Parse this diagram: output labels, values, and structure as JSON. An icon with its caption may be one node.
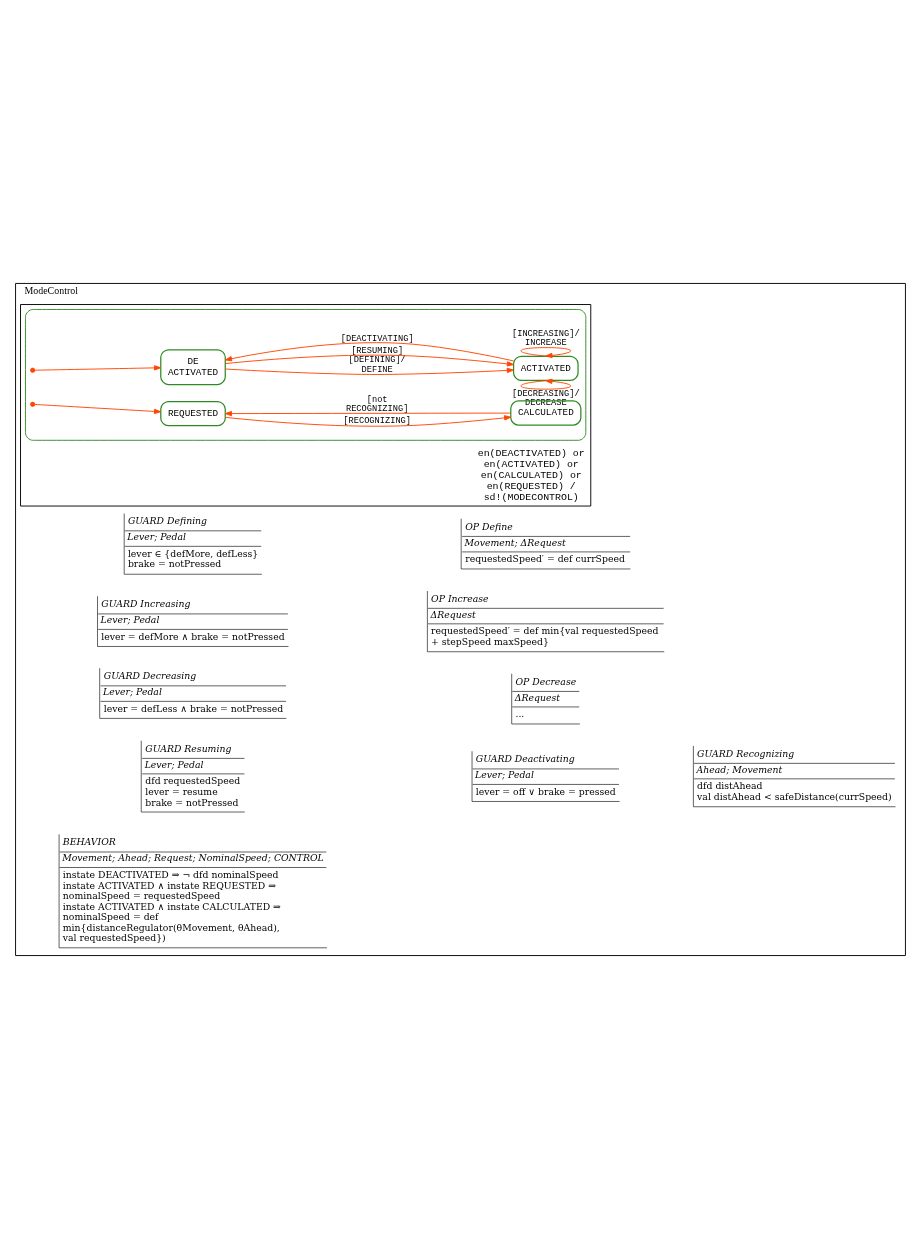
{
  "diagram": {
    "nodes": [
      {
        "text": [
          "ModeControl"
        ]
      },
      {
        "text": [
          "en(DEACTIVATED) or en(ACTIVATED) or en(CALCULATED) or en(REQUESTED) / sd!(MODECONTROL)"
        ],
        "in": 0
      },
      {
        "text": [],
        "shape": "box",
        "in": 1
      },
      {
        "text": [],
        "shape": "circle",
        "in": 2
      },
      {
        "text": [
          "DE ACTIVATED"
        ],
        "in": 2
      },
      {
        "text": [
          "ACTIVATED"
        ],
        "in": 2
      },
      {
        "text": [],
        "shape": "circle",
        "in": 2
      },
      {
        "text": [
          "REQUESTED"
        ],
        "in": 2
      },
      {
        "text": [
          "CALCULATED"
        ],
        "in": 2
      },
      {
        "text": [
          "GUARD Defining",
          "Lever; Pedal",
          "lever ∈ {defMore, defLess}",
          "brake = notPressed"
        ],
        "in": 0
      },
      {
        "text": [
          "OP Define",
          "Movement; ΔRequest",
          "requestedSpeed′ = def currSpeed"
        ],
        "in": 0
      },
      {
        "text": [
          "GUARD Increasing",
          "Lever; Pedal",
          "lever = defMore ∧ brake = notPressed"
        ],
        "in": 0
      },
      {
        "text": [
          "OP Increase",
          "ΔRequest",
          "requestedSpeed′ = def min{val requestedSpeed + stepSpeed maxSpeed}"
        ],
        "in": 0
      },
      {
        "text": [
          "GUARD Decreasing",
          "Lever; Pedal",
          "lever = defLess ∧ brake = notPressed"
        ],
        "in": 0
      },
      {
        "text": [
          "OP Decrease",
          "ΔRequest",
          "..."
        ],
        "in": 0
      },
      {
        "text": [
          "GUARD Resuming",
          "Lever; Pedal",
          "dfd requestedSpeed",
          "lever = resume",
          "brake = notPressed"
        ],
        "in": 0
      },
      {
        "text": [
          "GUARD Deactivating",
          "Lever; Pedal",
          "lever = off ∨ brake = pressed"
        ],
        "in": 0
      },
      {
        "text": [
          "GUARD Recognizing",
          "Ahead; Movement",
          "dfd distAhead",
          "val distAhead < safeDistance(currSpeed)"
        ],
        "in": 0
      },
      {
        "text": [
          "BEHAVIOR",
          "Movement; Ahead; Request; NominalSpeed; CONTROL",
          "instate DEACTIVATED ⇒ ¬ dfd nominalSpeed",
          "instate ACTIVATED ∧ instate REQUESTED ⇒ nominalSpeed = requestedSpeed",
          "instate ACTIVATED ∧ instate CALCULATED ⇒ nominalSpeed = def min{distanceRegulator(θMovement, θAhead), val requestedSpeed})"
        ],
        "in": 0
      }
    ],
    "edges": [
      {
        "from": 3,
        "to": 4,
        "arrow": "to"
      },
      {
        "from": 4,
        "to": 5,
        "arrow": "to",
        "label": "[DEFINING]/ DEFINE"
      },
      {
        "from": 5,
        "to": 5,
        "arrow": "to",
        "label": "[INCREASING]/ INCREASE"
      },
      {
        "from": 4,
        "to": 5,
        "arrow": "to",
        "label": "[RESUMING]"
      },
      {
        "from": 5,
        "to": 4,
        "arrow": "to",
        "label": "[DEACTIVATING]"
      },
      {
        "from": 5,
        "to": 5,
        "arrow": "to",
        "label": "[DECREASING]/ DECREASE"
      },
      {
        "from": 6,
        "to": 7,
        "arrow": "to"
      },
      {
        "from": 7,
        "to": 8,
        "arrow": "to",
        "label": "[RECOGNIZING]"
      },
      {
        "from": 8,
        "to": 7,
        "arrow": "to",
        "label": "[not RECOGNIZING]"
      }
    ]
  }
}
